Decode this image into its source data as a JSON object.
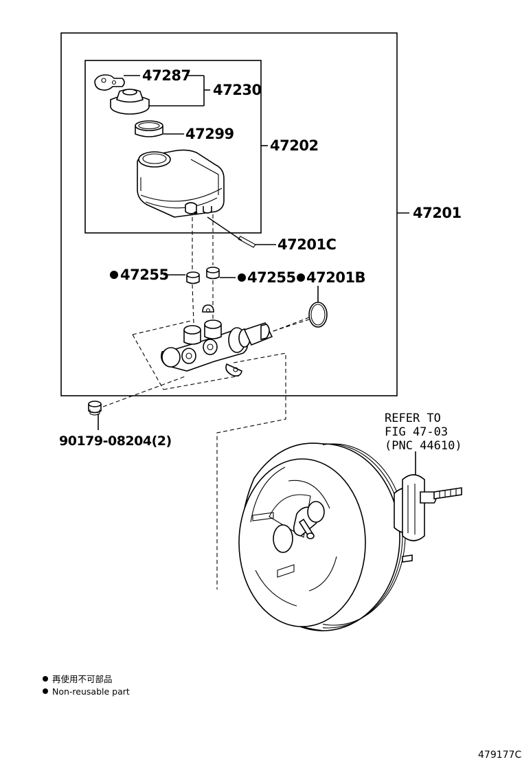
{
  "labels": {
    "p47287": "47287",
    "p47230": "47230",
    "p47299": "47299",
    "p47202": "47202",
    "p47201": "47201",
    "p47201C": "47201C",
    "p47255a": "47255",
    "p47255b": "47255",
    "p47201B": "47201B",
    "p90179": "90179-08204(2)"
  },
  "refer": {
    "line1": "REFER TO",
    "line2": "FIG 47-03",
    "line3": "(PNC 44610)"
  },
  "legend": {
    "line_cn": "再使用不可部品",
    "line_en": "Non-reusable part"
  },
  "figure_code": "479177C"
}
